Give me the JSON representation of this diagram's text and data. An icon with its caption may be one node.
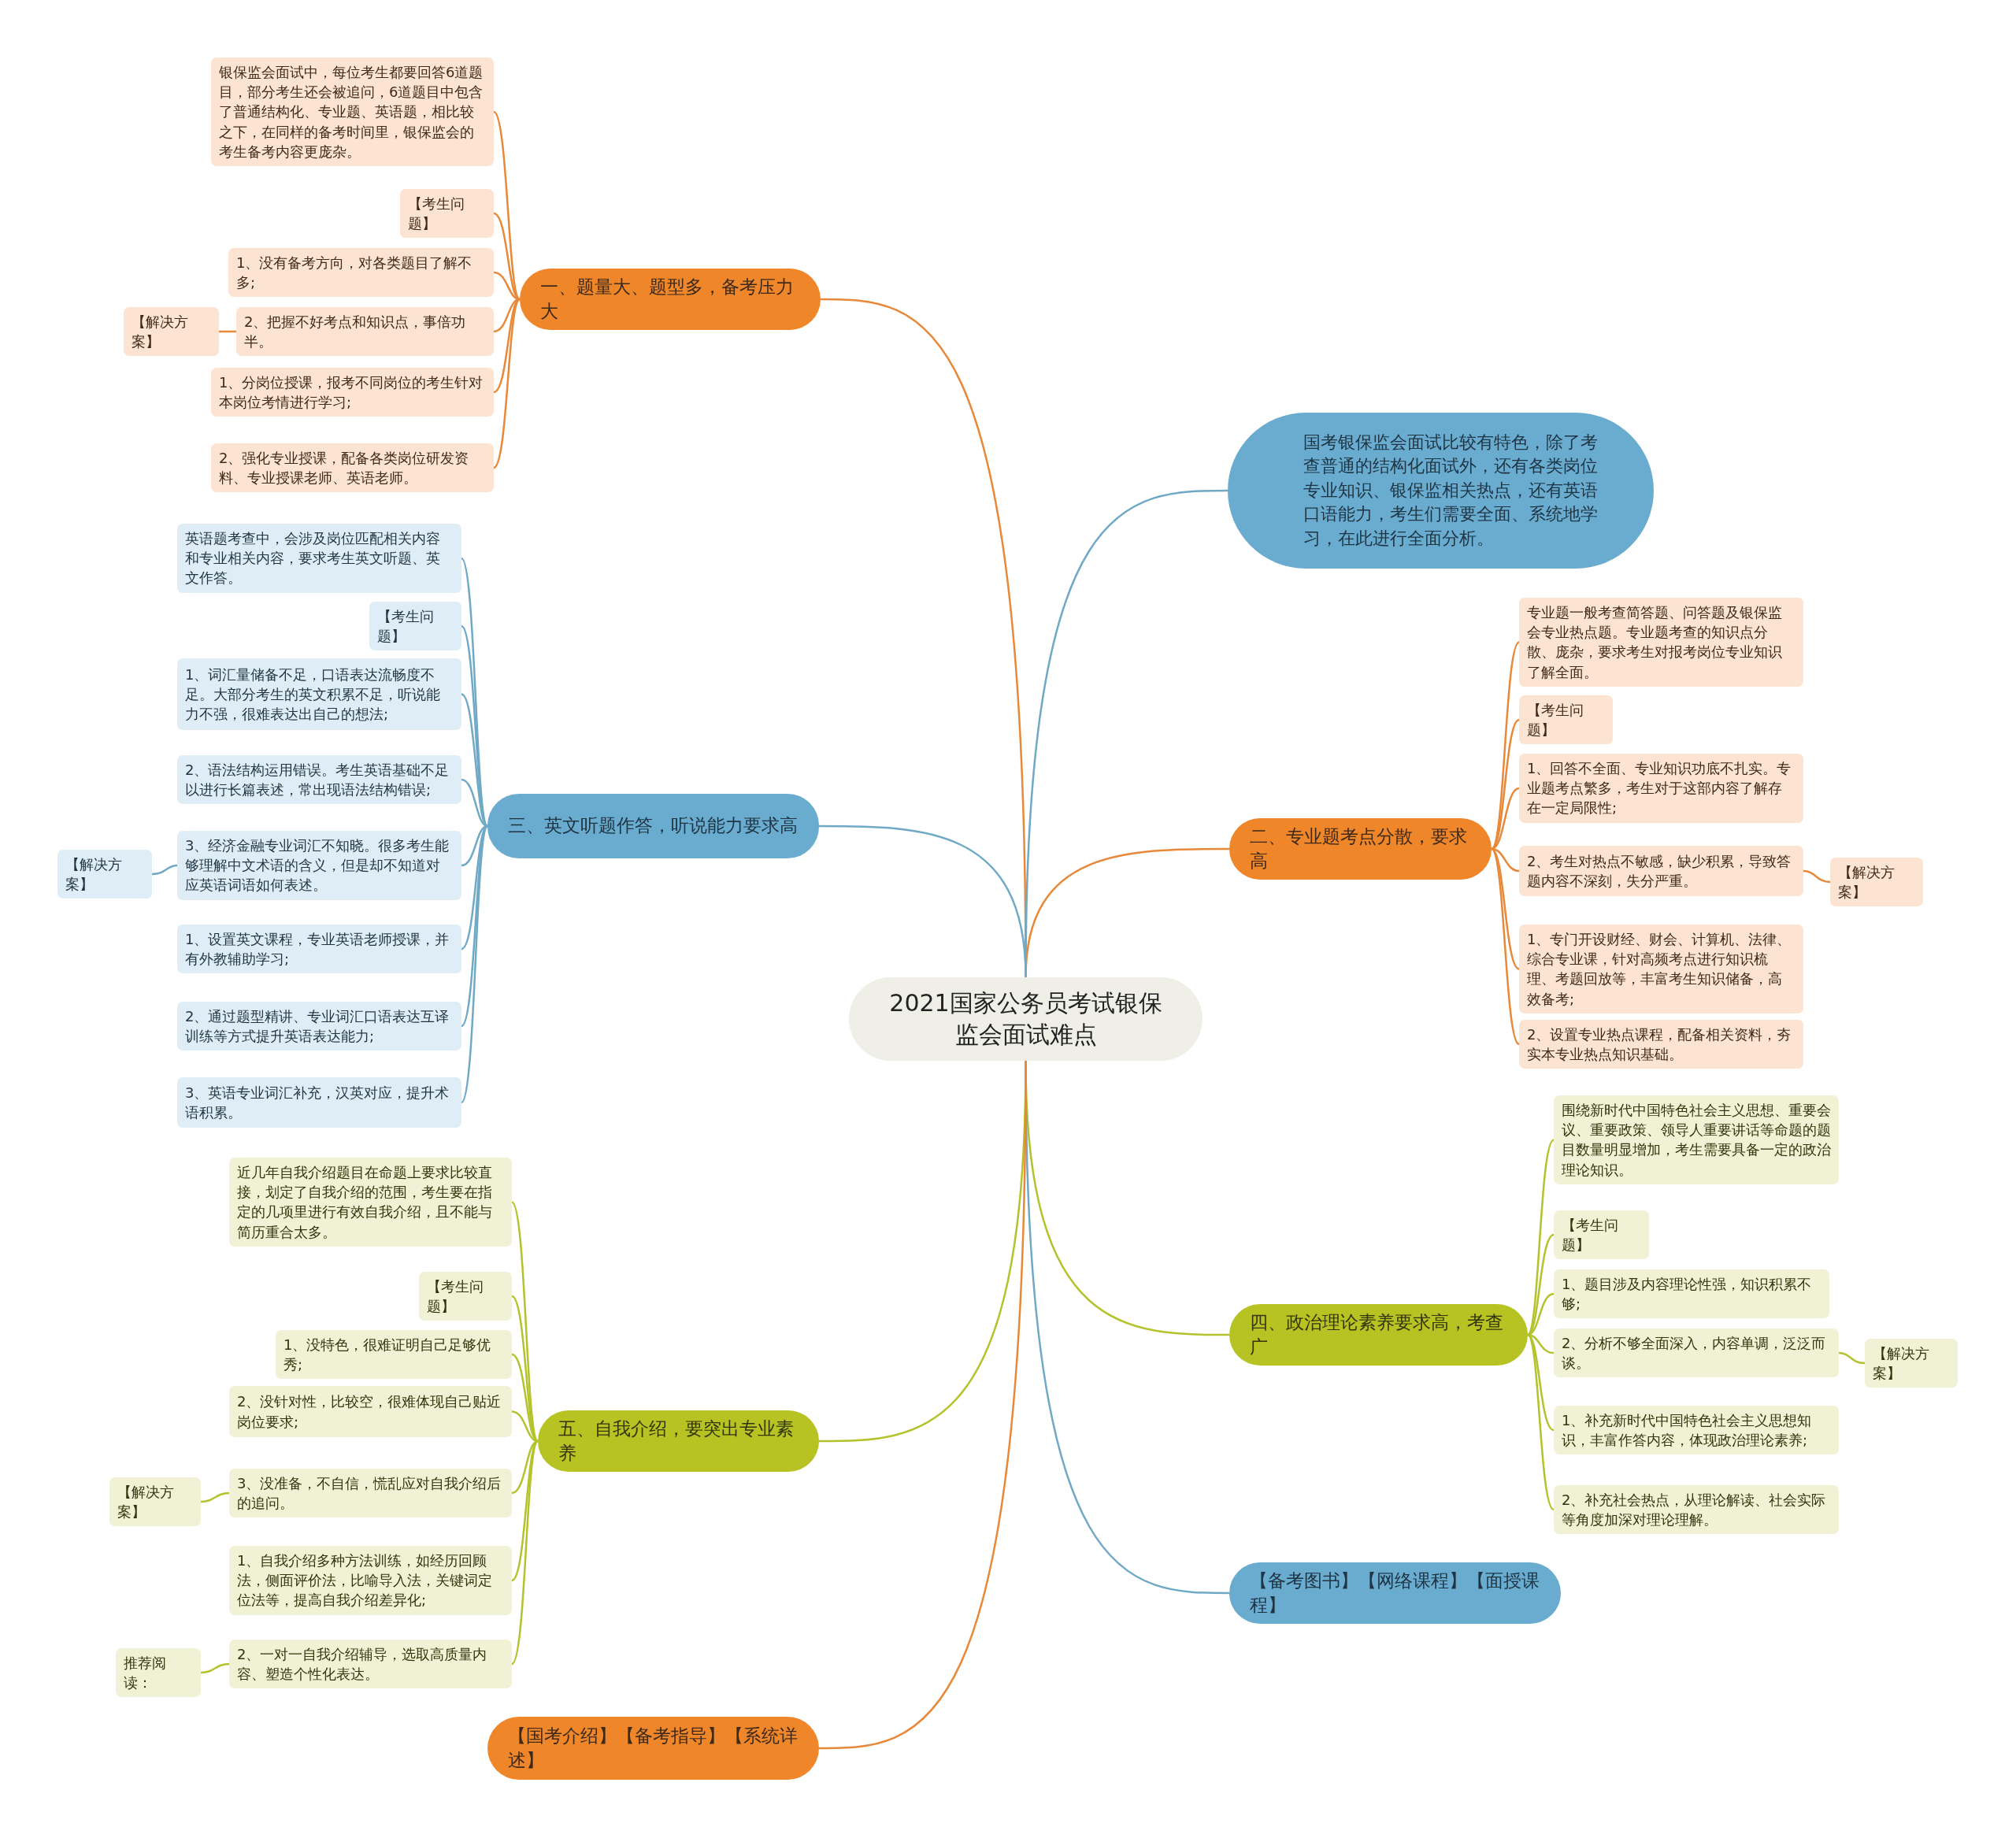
{
  "diagram": {
    "nodes": [
      {
        "text": [
          "2021国家公务员考试银保监会面试难点"
        ]
      },
      {
        "text": [
          "一、题量大、题型多，备考压力大"
        ]
      },
      {
        "text": [
          "银保监会面试中，每位考生都要回答6道题目，部分考生还会被追问，6道题目中包含了普通结构化、专业题、英语题，相比较之下，在同样的备考时间里，银保监会的考生备考内容更庞杂。"
        ]
      },
      {
        "text": [
          "【考生问题】"
        ]
      },
      {
        "text": [
          "1、没有备考方向，对各类题目了解不多;"
        ]
      },
      {
        "text": [
          "2、把握不好考点和知识点，事倍功半。"
        ]
      },
      {
        "text": [
          "【解决方案】"
        ]
      },
      {
        "text": [
          "1、分岗位授课，报考不同岗位的考生针对本岗位考情进行学习;"
        ]
      },
      {
        "text": [
          "2、强化专业授课，配备各类岗位研发资料、专业授课老师、英语老师。"
        ]
      },
      {
        "text": [
          "国考银保监会面试比较有特色，除了考查普通的结构化面试外，还有各类岗位专业知识、银保监相关热点，还有英语口语能力，考生们需要全面、系统地学习，在此进行全面分析。"
        ]
      },
      {
        "text": [
          "二、专业题考点分散，要求高"
        ]
      },
      {
        "text": [
          "专业题一般考查简答题、问答题及银保监会专业热点题。专业题考查的知识点分散、庞杂，要求考生对报考岗位专业知识了解全面。"
        ]
      },
      {
        "text": [
          "【考生问题】"
        ]
      },
      {
        "text": [
          "1、回答不全面、专业知识功底不扎实。专业题考点繁多，考生对于这部内容了解存在一定局限性;"
        ]
      },
      {
        "text": [
          "2、考生对热点不敏感，缺少积累，导致答题内容不深刻，失分严重。"
        ]
      },
      {
        "text": [
          "【解决方案】"
        ]
      },
      {
        "text": [
          "1、专门开设财经、财会、计算机、法律、综合专业课，针对高频考点进行知识梳理、考题回放等，丰富考生知识储备，高效备考;"
        ]
      },
      {
        "text": [
          "2、设置专业热点课程，配备相关资料，夯实本专业热点知识基础。"
        ]
      },
      {
        "text": [
          "三、英文听题作答，听说能力要求高"
        ]
      },
      {
        "text": [
          "英语题考查中，会涉及岗位匹配相关内容和专业相关内容，要求考生英文听题、英文作答。"
        ]
      },
      {
        "text": [
          "【考生问题】"
        ]
      },
      {
        "text": [
          "1、词汇量储备不足，口语表达流畅度不足。大部分考生的英文积累不足，听说能力不强，很难表达出自己的想法;"
        ]
      },
      {
        "text": [
          "2、语法结构运用错误。考生英语基础不足以进行长篇表述，常出现语法结构错误;"
        ]
      },
      {
        "text": [
          "3、经济金融专业词汇不知晓。很多考生能够理解中文术语的含义，但是却不知道对应英语词语如何表述。"
        ]
      },
      {
        "text": [
          "【解决方案】"
        ]
      },
      {
        "text": [
          "1、设置英文课程，专业英语老师授课，并有外教辅助学习;"
        ]
      },
      {
        "text": [
          "2、通过题型精讲、专业词汇口语表达互译训练等方式提升英语表达能力;"
        ]
      },
      {
        "text": [
          "3、英语专业词汇补充，汉英对应，提升术语积累。"
        ]
      },
      {
        "text": [
          "四、政治理论素养要求高，考查广"
        ]
      },
      {
        "text": [
          "围绕新时代中国特色社会主义思想、重要会议、重要政策、领导人重要讲话等命题的题目数量明显增加，考生需要具备一定的政治理论知识。"
        ]
      },
      {
        "text": [
          "【考生问题】"
        ]
      },
      {
        "text": [
          "1、题目涉及内容理论性强，知识积累不够;"
        ]
      },
      {
        "text": [
          "2、分析不够全面深入，内容单调，泛泛而谈。"
        ]
      },
      {
        "text": [
          "【解决方案】"
        ]
      },
      {
        "text": [
          "1、补充新时代中国特色社会主义思想知识，丰富作答内容，体现政治理论素养;"
        ]
      },
      {
        "text": [
          "2、补充社会热点，从理论解读、社会实际等角度加深对理论理解。"
        ]
      },
      {
        "text": [
          "五、自我介绍，要突出专业素养"
        ]
      },
      {
        "text": [
          "近几年自我介绍题目在命题上要求比较直接，划定了自我介绍的范围，考生要在指定的几项里进行有效自我介绍，且不能与简历重合太多。"
        ]
      },
      {
        "text": [
          "【考生问题】"
        ]
      },
      {
        "text": [
          "1、没特色，很难证明自己足够优秀;"
        ]
      },
      {
        "text": [
          "2、没针对性，比较空，很难体现自己贴近岗位要求;"
        ]
      },
      {
        "text": [
          "3、没准备，不自信，慌乱应对自我介绍后的追问。"
        ]
      },
      {
        "text": [
          "【解决方案】"
        ]
      },
      {
        "text": [
          "1、自我介绍多种方法训练，如经历回顾法，侧面评价法，比喻导入法，关键词定位法等，提高自我介绍差异化;"
        ]
      },
      {
        "text": [
          "2、一对一自我介绍辅导，选取高质量内容、塑造个性化表达。"
        ]
      },
      {
        "text": [
          "推荐阅读："
        ]
      },
      {
        "text": [
          "【备考图书】【网络课程】【面授课程】"
        ]
      },
      {
        "text": [
          "【国考介绍】【备考指导】【系统详述】"
        ]
      }
    ],
    "edges": [
      {
        "from": 0,
        "to": 1,
        "arrow": "none",
        "color": "#e8893a"
      },
      {
        "from": 1,
        "to": 2,
        "arrow": "none",
        "color": "#e8893a"
      },
      {
        "from": 1,
        "to": 3,
        "arrow": "none",
        "color": "#e8893a"
      },
      {
        "from": 1,
        "to": 4,
        "arrow": "none",
        "color": "#e8893a"
      },
      {
        "from": 1,
        "to": 5,
        "arrow": "none",
        "color": "#e8893a"
      },
      {
        "from": 5,
        "to": 6,
        "arrow": "none",
        "color": "#e8893a"
      },
      {
        "from": 1,
        "to": 7,
        "arrow": "none",
        "color": "#e8893a"
      },
      {
        "from": 1,
        "to": 8,
        "arrow": "none",
        "color": "#e8893a"
      },
      {
        "from": 0,
        "to": 9,
        "arrow": "none",
        "color": "#6fa9c6"
      },
      {
        "from": 0,
        "to": 10,
        "arrow": "none",
        "color": "#e8893a"
      },
      {
        "from": 10,
        "to": 11,
        "arrow": "none",
        "color": "#e8893a"
      },
      {
        "from": 10,
        "to": 12,
        "arrow": "none",
        "color": "#e8893a"
      },
      {
        "from": 10,
        "to": 13,
        "arrow": "none",
        "color": "#e8893a"
      },
      {
        "from": 10,
        "to": 14,
        "arrow": "none",
        "color": "#e8893a"
      },
      {
        "from": 14,
        "to": 15,
        "arrow": "none",
        "color": "#e8893a"
      },
      {
        "from": 10,
        "to": 16,
        "arrow": "none",
        "color": "#e8893a"
      },
      {
        "from": 10,
        "to": 17,
        "arrow": "none",
        "color": "#e8893a"
      },
      {
        "from": 0,
        "to": 18,
        "arrow": "none",
        "color": "#6fa9c6"
      },
      {
        "from": 18,
        "to": 19,
        "arrow": "none",
        "color": "#6fa9c6"
      },
      {
        "from": 18,
        "to": 20,
        "arrow": "none",
        "color": "#6fa9c6"
      },
      {
        "from": 18,
        "to": 21,
        "arrow": "none",
        "color": "#6fa9c6"
      },
      {
        "from": 18,
        "to": 22,
        "arrow": "none",
        "color": "#6fa9c6"
      },
      {
        "from": 18,
        "to": 23,
        "arrow": "none",
        "color": "#6fa9c6"
      },
      {
        "from": 23,
        "to": 24,
        "arrow": "none",
        "color": "#6fa9c6"
      },
      {
        "from": 18,
        "to": 25,
        "arrow": "none",
        "color": "#6fa9c6"
      },
      {
        "from": 18,
        "to": 26,
        "arrow": "none",
        "color": "#6fa9c6"
      },
      {
        "from": 18,
        "to": 27,
        "arrow": "none",
        "color": "#6fa9c6"
      },
      {
        "from": 0,
        "to": 28,
        "arrow": "none",
        "color": "#b4c22c"
      },
      {
        "from": 28,
        "to": 29,
        "arrow": "none",
        "color": "#b4c22c"
      },
      {
        "from": 28,
        "to": 30,
        "arrow": "none",
        "color": "#b4c22c"
      },
      {
        "from": 28,
        "to": 31,
        "arrow": "none",
        "color": "#b4c22c"
      },
      {
        "from": 28,
        "to": 32,
        "arrow": "none",
        "color": "#b4c22c"
      },
      {
        "from": 32,
        "to": 33,
        "arrow": "none",
        "color": "#b4c22c"
      },
      {
        "from": 28,
        "to": 34,
        "arrow": "none",
        "color": "#b4c22c"
      },
      {
        "from": 28,
        "to": 35,
        "arrow": "none",
        "color": "#b4c22c"
      },
      {
        "from": 0,
        "to": 36,
        "arrow": "none",
        "color": "#b4c22c"
      },
      {
        "from": 36,
        "to": 37,
        "arrow": "none",
        "color": "#b4c22c"
      },
      {
        "from": 36,
        "to": 38,
        "arrow": "none",
        "color": "#b4c22c"
      },
      {
        "from": 36,
        "to": 39,
        "arrow": "none",
        "color": "#b4c22c"
      },
      {
        "from": 36,
        "to": 40,
        "arrow": "none",
        "color": "#b4c22c"
      },
      {
        "from": 36,
        "to": 41,
        "arrow": "none",
        "color": "#b4c22c"
      },
      {
        "from": 41,
        "to": 42,
        "arrow": "none",
        "color": "#b4c22c"
      },
      {
        "from": 36,
        "to": 43,
        "arrow": "none",
        "color": "#b4c22c"
      },
      {
        "from": 36,
        "to": 44,
        "arrow": "none",
        "color": "#b4c22c"
      },
      {
        "from": 44,
        "to": 45,
        "arrow": "none",
        "color": "#b4c22c"
      },
      {
        "from": 0,
        "to": 46,
        "arrow": "none",
        "color": "#6fa9c6"
      },
      {
        "from": 0,
        "to": 47,
        "arrow": "none",
        "color": "#e8893a"
      }
    ]
  }
}
